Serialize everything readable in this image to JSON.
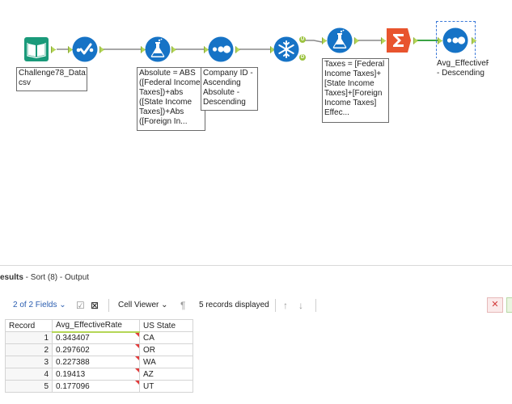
{
  "canvas": {
    "annotations": {
      "input": "Challenge78_Data.\ncsv",
      "formula1": "Absolute = ABS\n([Federal Income\nTaxes])+abs\n([State Income\nTaxes])+Abs\n([Foreign In...",
      "sort1": "Company ID -\nAscending\nAbsolute -\nDescending",
      "formula2": "Taxes = [Federal\nIncome Taxes]+\n[State Income\nTaxes]+[Foreign\nIncome Taxes]\nEffec...",
      "sort2": "Avg_EffectiveRate\n- Descending"
    },
    "join_badges": {
      "u": "U",
      "d": "D"
    },
    "colors": {
      "input_tool": "#1a9a7a",
      "prep_tool": "#1673c6",
      "join_tool": "#1673c6",
      "summarize_tool": "#e8542e",
      "anchor": "#b4d656",
      "connector": "#8a8a8a",
      "connector_active": "#3aa344"
    }
  },
  "results": {
    "prefix": "esults",
    "title": " - Sort (8) - Output",
    "fields": "2 of 2 Fields",
    "viewer": "Cell Viewer",
    "records_displayed": "5 records displayed",
    "columns": [
      "Record",
      "Avg_EffectiveRate",
      "US State"
    ],
    "rows": [
      {
        "record": "1",
        "rate": "0.343407",
        "state": "CA"
      },
      {
        "record": "2",
        "rate": "0.297602",
        "state": "OR"
      },
      {
        "record": "3",
        "rate": "0.227388",
        "state": "WA"
      },
      {
        "record": "4",
        "rate": "0.19413",
        "state": "AZ"
      },
      {
        "record": "5",
        "rate": "0.177096",
        "state": "UT"
      }
    ],
    "icons": {
      "close": "✕",
      "pilcrow": "¶"
    }
  }
}
